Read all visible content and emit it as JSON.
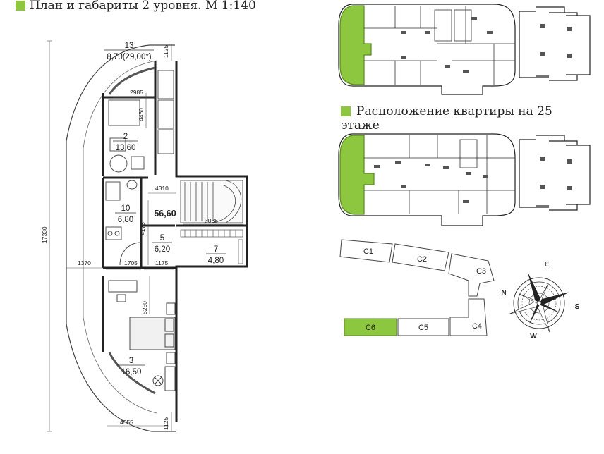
{
  "title": "План и габариты 2 уровня. М 1:140",
  "location_caption": "Расположение квартиры на 25 этаже",
  "accent_color": "#8dc63f",
  "total_area": "56,60",
  "rooms": [
    {
      "num": "13",
      "area": "8,70(29,00*)"
    },
    {
      "num": "2",
      "area": "13,60"
    },
    {
      "num": "10",
      "area": "6,80"
    },
    {
      "num": "5",
      "area": "6,20"
    },
    {
      "num": "7",
      "area": "4,80"
    },
    {
      "num": "3",
      "area": "16,50"
    }
  ],
  "dimensions": {
    "overall_height": "17330",
    "d1125_top": "1125",
    "d2985": "2985",
    "d4460": "4460",
    "d4310": "4310",
    "d3036": "3036",
    "d4175": "4175",
    "d1370": "1370",
    "d1705": "1705",
    "d1175": "1175",
    "d5250": "5250",
    "d4555": "4555",
    "d1125_bottom": "1125"
  },
  "sections": [
    "C1",
    "C2",
    "C3",
    "C4",
    "C5",
    "C6"
  ],
  "compass": {
    "n": "N",
    "e": "E",
    "s": "S",
    "w": "W"
  }
}
